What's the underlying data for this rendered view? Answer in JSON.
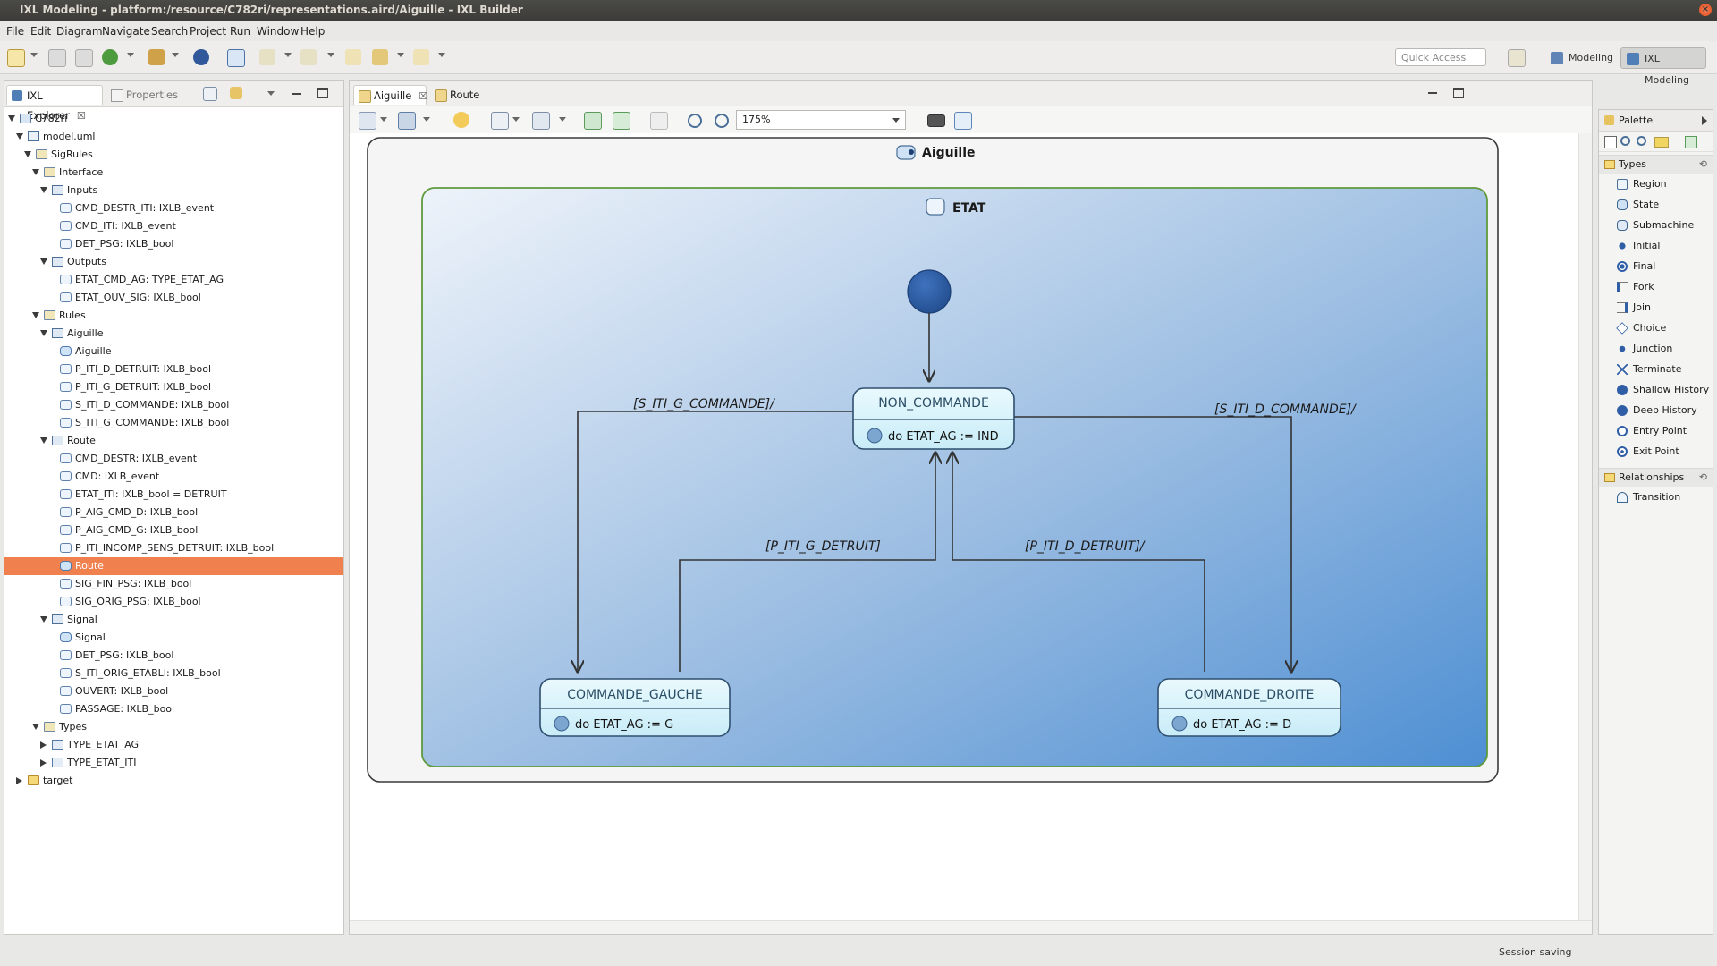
{
  "window": {
    "title": "IXL Modeling - platform:/resource/C782ri/representations.aird/Aiguille - IXL Builder",
    "close_glyph": "×"
  },
  "menu": [
    "File",
    "Edit",
    "Diagram",
    "Navigate",
    "Search",
    "Project",
    "Run",
    "Window",
    "Help"
  ],
  "toolbar": {
    "quick_access_placeholder": "Quick Access",
    "perspectives": [
      "Modeling",
      "IXL Modeling"
    ]
  },
  "left_panel": {
    "tabs": [
      {
        "label": "IXL Explorer",
        "close": "☒"
      },
      {
        "label": "Properties"
      }
    ],
    "tree": [
      {
        "label": "C782ri",
        "level": 0,
        "expand": "open",
        "icon": "project-icon"
      },
      {
        "label": "model.uml",
        "level": 1,
        "expand": "open",
        "icon": "uml-file-icon"
      },
      {
        "label": "SigRules",
        "level": 2,
        "expand": "open",
        "icon": "package-icon"
      },
      {
        "label": "Interface",
        "level": 3,
        "expand": "open",
        "icon": "package-icon"
      },
      {
        "label": "Inputs",
        "level": 4,
        "expand": "open",
        "icon": "interface-icon"
      },
      {
        "label": "CMD_DESTR_ITI: IXLB_event",
        "level": 5,
        "expand": "none",
        "icon": "attribute-icon"
      },
      {
        "label": "CMD_ITI: IXLB_event",
        "level": 5,
        "expand": "none",
        "icon": "attribute-icon"
      },
      {
        "label": "DET_PSG: IXLB_bool",
        "level": 5,
        "expand": "none",
        "icon": "attribute-icon"
      },
      {
        "label": "Outputs",
        "level": 4,
        "expand": "open",
        "icon": "interface-icon"
      },
      {
        "label": "ETAT_CMD_AG: TYPE_ETAT_AG",
        "level": 5,
        "expand": "none",
        "icon": "attribute-icon"
      },
      {
        "label": "ETAT_OUV_SIG: IXLB_bool",
        "level": 5,
        "expand": "none",
        "icon": "attribute-icon"
      },
      {
        "label": "Rules",
        "level": 3,
        "expand": "open",
        "icon": "package-icon"
      },
      {
        "label": "Aiguille",
        "level": 4,
        "expand": "open",
        "icon": "interface-icon"
      },
      {
        "label": "Aiguille",
        "level": 5,
        "expand": "none",
        "icon": "state-machine-icon"
      },
      {
        "label": "P_ITI_D_DETRUIT: IXLB_bool",
        "level": 5,
        "expand": "none",
        "icon": "attribute-icon"
      },
      {
        "label": "P_ITI_G_DETRUIT: IXLB_bool",
        "level": 5,
        "expand": "none",
        "icon": "attribute-icon"
      },
      {
        "label": "S_ITI_D_COMMANDE: IXLB_bool",
        "level": 5,
        "expand": "none",
        "icon": "attribute-icon"
      },
      {
        "label": "S_ITI_G_COMMANDE: IXLB_bool",
        "level": 5,
        "expand": "none",
        "icon": "attribute-icon"
      },
      {
        "label": "Route",
        "level": 4,
        "expand": "open",
        "icon": "interface-icon"
      },
      {
        "label": "CMD_DESTR: IXLB_event",
        "level": 5,
        "expand": "none",
        "icon": "attribute-icon"
      },
      {
        "label": "CMD: IXLB_event",
        "level": 5,
        "expand": "none",
        "icon": "attribute-icon"
      },
      {
        "label": "ETAT_ITI: IXLB_bool     = DETRUIT",
        "level": 5,
        "expand": "none",
        "icon": "attribute-icon"
      },
      {
        "label": "P_AIG_CMD_D: IXLB_bool",
        "level": 5,
        "expand": "none",
        "icon": "attribute-icon"
      },
      {
        "label": "P_AIG_CMD_G: IXLB_bool",
        "level": 5,
        "expand": "none",
        "icon": "attribute-icon"
      },
      {
        "label": "P_ITI_INCOMP_SENS_DETRUIT: IXLB_bool",
        "level": 5,
        "expand": "none",
        "icon": "attribute-icon"
      },
      {
        "label": "Route",
        "level": 5,
        "expand": "none",
        "icon": "state-machine-icon",
        "selected": true
      },
      {
        "label": "SIG_FIN_PSG: IXLB_bool",
        "level": 5,
        "expand": "none",
        "icon": "attribute-icon"
      },
      {
        "label": "SIG_ORIG_PSG: IXLB_bool",
        "level": 5,
        "expand": "none",
        "icon": "attribute-icon"
      },
      {
        "label": "Signal",
        "level": 4,
        "expand": "open",
        "icon": "interface-icon"
      },
      {
        "label": "Signal",
        "level": 5,
        "expand": "none",
        "icon": "state-machine-icon"
      },
      {
        "label": "DET_PSG: IXLB_bool",
        "level": 5,
        "expand": "none",
        "icon": "attribute-icon"
      },
      {
        "label": "S_ITI_ORIG_ETABLI: IXLB_bool",
        "level": 5,
        "expand": "none",
        "icon": "attribute-icon"
      },
      {
        "label": "OUVERT: IXLB_bool",
        "level": 5,
        "expand": "none",
        "icon": "attribute-icon"
      },
      {
        "label": "PASSAGE: IXLB_bool",
        "level": 5,
        "expand": "none",
        "icon": "attribute-icon"
      },
      {
        "label": "Types",
        "level": 3,
        "expand": "open",
        "icon": "package-icon"
      },
      {
        "label": "TYPE_ETAT_AG",
        "level": 4,
        "expand": "closed",
        "icon": "enumeration-icon"
      },
      {
        "label": "TYPE_ETAT_ITI",
        "level": 4,
        "expand": "closed",
        "icon": "enumeration-icon"
      },
      {
        "label": "target",
        "level": 1,
        "expand": "closed",
        "icon": "folder-icon"
      }
    ]
  },
  "editor": {
    "tabs": [
      {
        "label": "Aiguille",
        "close": "☒",
        "active": true
      },
      {
        "label": "Route",
        "active": false
      }
    ],
    "zoom": "175%"
  },
  "diagram": {
    "title": "Aiguille",
    "region_title": "ETAT",
    "states": {
      "non_commande": {
        "name": "NON_COMMANDE",
        "action": "do ETAT_AG := IND"
      },
      "commande_gauche": {
        "name": "COMMANDE_GAUCHE",
        "action": "do ETAT_AG := G"
      },
      "commande_droite": {
        "name": "COMMANDE_DROITE",
        "action": "do ETAT_AG := D"
      }
    },
    "transitions": {
      "to_gauche": "[S_ITI_G_COMMANDE]/",
      "to_droite": "[S_ITI_D_COMMANDE]/",
      "from_gauche": "[P_ITI_G_DETRUIT]",
      "from_droite": "[P_ITI_D_DETRUIT]/"
    }
  },
  "palette": {
    "title": "Palette",
    "groups": [
      {
        "name": "Types",
        "items": [
          {
            "label": "Region",
            "icon": "region-icon"
          },
          {
            "label": "State",
            "icon": "state-icon"
          },
          {
            "label": "Submachine",
            "icon": "submachine-icon"
          },
          {
            "label": "Initial",
            "icon": "initial-icon"
          },
          {
            "label": "Final",
            "icon": "final-icon"
          },
          {
            "label": "Fork",
            "icon": "fork-icon"
          },
          {
            "label": "Join",
            "icon": "join-icon"
          },
          {
            "label": "Choice",
            "icon": "choice-icon"
          },
          {
            "label": "Junction",
            "icon": "junction-icon"
          },
          {
            "label": "Terminate",
            "icon": "terminate-icon"
          },
          {
            "label": "Shallow History",
            "icon": "shallow-history-icon"
          },
          {
            "label": "Deep History",
            "icon": "deep-history-icon"
          },
          {
            "label": "Entry Point",
            "icon": "entry-point-icon"
          },
          {
            "label": "Exit Point",
            "icon": "exit-point-icon"
          }
        ]
      },
      {
        "name": "Relationships",
        "items": [
          {
            "label": "Transition",
            "icon": "transition-icon"
          }
        ]
      }
    ]
  },
  "status": {
    "text": "Session saving"
  },
  "colors": {
    "selection": "#f0804e",
    "region_border": "#5f9a3c",
    "initial_fill": "#2f5ea6",
    "state_fill": "#d6f2fb"
  }
}
